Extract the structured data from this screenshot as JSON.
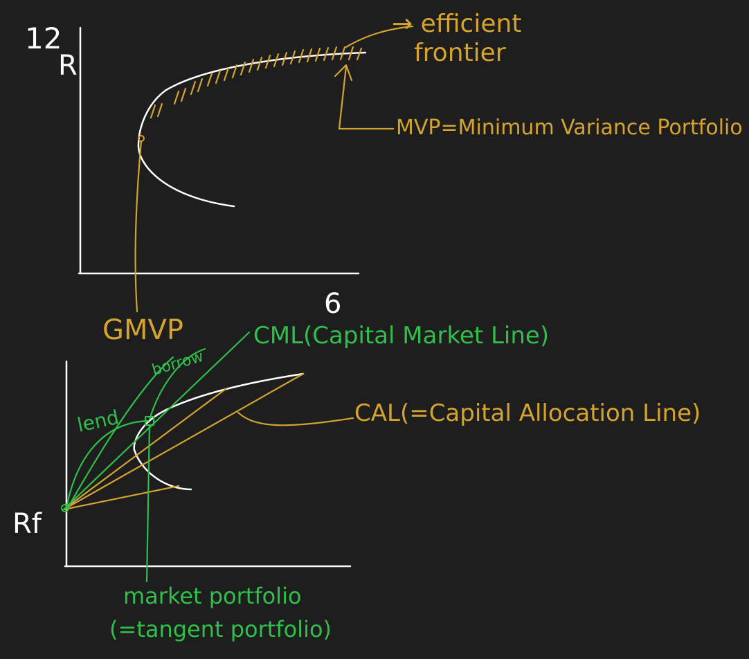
{
  "colors": {
    "background": "#1e1e1e",
    "ink_white": "#ffffff",
    "ink_orange": "#d4a330",
    "ink_green": "#2fbf4a"
  },
  "top_diagram": {
    "label_12": "12",
    "y_axis_label": "R",
    "x_axis_label": "6",
    "efficient_frontier_arrow_label": "→ efficient",
    "efficient_frontier_label_line2": "frontier",
    "mvp_label": "MVP=Minimum Variance Portfolio",
    "gmvp_label": "GMVP"
  },
  "bottom_diagram": {
    "cml_label": "CML(Capital Market Line)",
    "borrow_label": "borrow",
    "lend_label": "lend",
    "cal_label": "CAL(=Capital Allocation Line)",
    "rf_label": "Rf",
    "market_portfolio_label": "market portfolio",
    "tangent_portfolio_label": "(=tangent portfolio)"
  }
}
